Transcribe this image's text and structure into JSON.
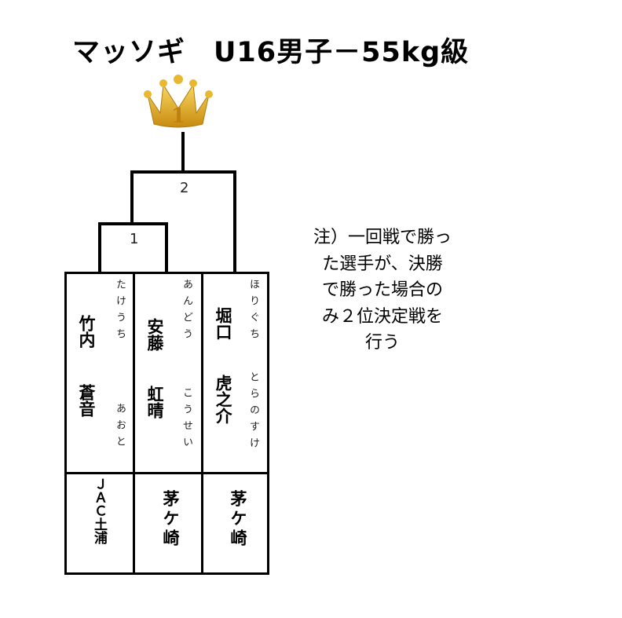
{
  "title": "マッソギ　U16男子－55kg級",
  "crown": {
    "icon": "crown-icon",
    "rank": "1",
    "color": "#e0a820"
  },
  "matches": [
    {
      "label": "1"
    },
    {
      "label": "2"
    }
  ],
  "players": [
    {
      "family": "竹内",
      "given": "蒼音",
      "family_kana": "たけうち",
      "given_kana": "あおと",
      "team": "ＪＡＣ土浦"
    },
    {
      "family": "安藤",
      "given": "虹晴",
      "family_kana": "あんどう",
      "given_kana": "こうせい",
      "team": "茅ケ崎"
    },
    {
      "family": "堀口",
      "given": "虎之介",
      "family_kana": "ほりぐち",
      "given_kana": "とらのすけ",
      "team": "茅ケ崎"
    }
  ],
  "note": [
    "注）一回戦で勝っ",
    "た選手が、決勝",
    "で勝った場合の",
    "み２位決定戦を",
    "行う"
  ]
}
